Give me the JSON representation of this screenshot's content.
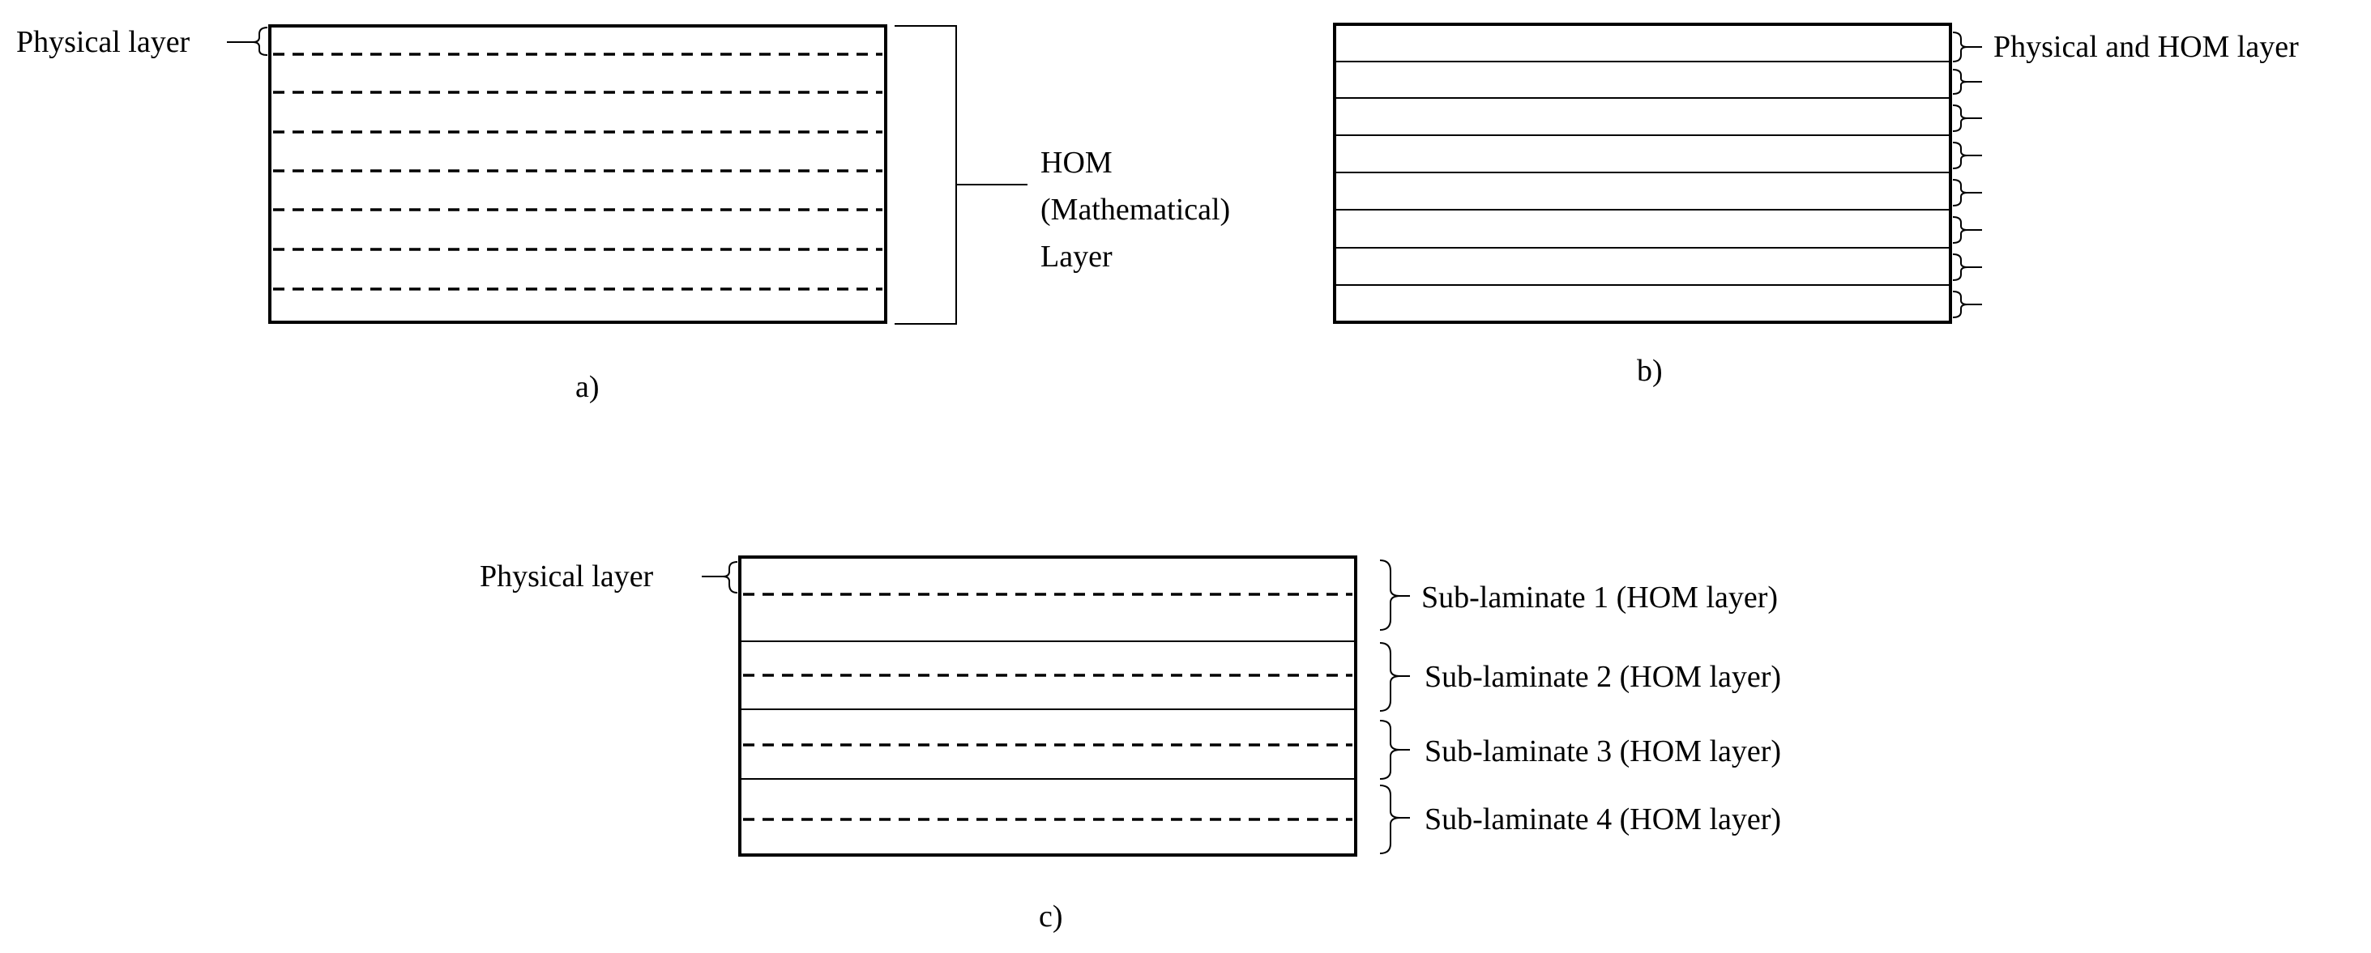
{
  "panel_a": {
    "caption": "a)",
    "physical_label": "Physical layer",
    "hom_label": [
      "HOM",
      "(Mathematical)",
      "Layer"
    ]
  },
  "panel_b": {
    "caption": "b)",
    "label": "Physical and HOM layer"
  },
  "panel_c": {
    "caption": "c)",
    "physical_label": "Physical layer",
    "sublaminates": [
      "Sub-laminate 1 (HOM layer)",
      "Sub-laminate 2 (HOM layer)",
      "Sub-laminate 3 (HOM layer)",
      "Sub-laminate 4 (HOM layer)"
    ]
  }
}
